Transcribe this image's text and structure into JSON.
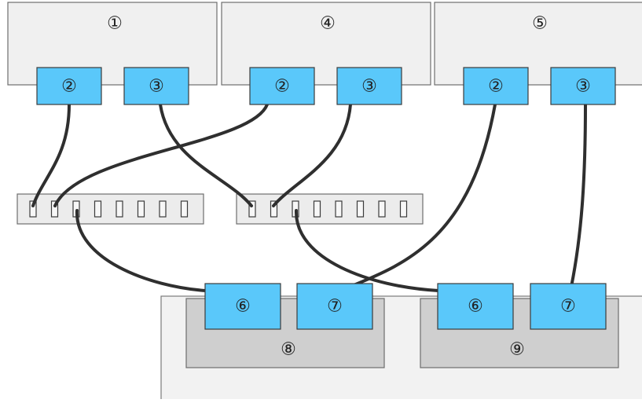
{
  "hosts": [
    {
      "label": "①",
      "port_a": "②",
      "port_b": "③"
    },
    {
      "label": "④",
      "port_a": "②",
      "port_b": "③"
    },
    {
      "label": "⑤",
      "port_a": "②",
      "port_b": "③"
    }
  ],
  "switches": [
    {
      "slot_count": 8
    },
    {
      "slot_count": 8
    }
  ],
  "storage": {
    "controllers": [
      {
        "label": "⑧",
        "port_a": "⑥",
        "port_b": "⑦"
      },
      {
        "label": "⑨",
        "port_a": "⑥",
        "port_b": "⑦"
      }
    ]
  },
  "colors": {
    "port_fill": "#5ac8fa",
    "host_fill": "#f0f0f0",
    "controller_fill": "#cfcfcf",
    "cable": "#2f2f2f"
  }
}
